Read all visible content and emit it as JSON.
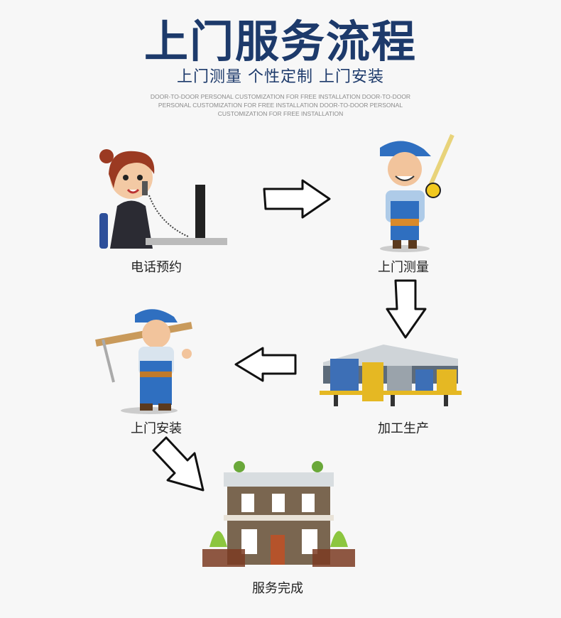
{
  "header": {
    "title": "上门服务流程",
    "subtitle": "上门测量 个性定制 上门安装",
    "english_text": "DOOR-TO-DOOR PERSONAL CUSTOMIZATION FOR FREE INSTALLATION DOOR-TO-DOOR PERSONAL CUSTOMIZATION FOR FREE INSTALLATION DOOR-TO-DOOR PERSONAL CUSTOMIZATION FOR FREE INSTALLATION"
  },
  "steps": [
    {
      "label": "电话预约",
      "icon": "phone-operator-illustration"
    },
    {
      "label": "上门测量",
      "icon": "measuring-worker-illustration"
    },
    {
      "label": "加工生产",
      "icon": "production-machine-illustration"
    },
    {
      "label": "上门安装",
      "icon": "installer-worker-illustration"
    },
    {
      "label": "服务完成",
      "icon": "house-illustration"
    }
  ],
  "colors": {
    "title": "#1d3a6b",
    "worker_blue": "#2f6fc0",
    "text": "#222222"
  }
}
